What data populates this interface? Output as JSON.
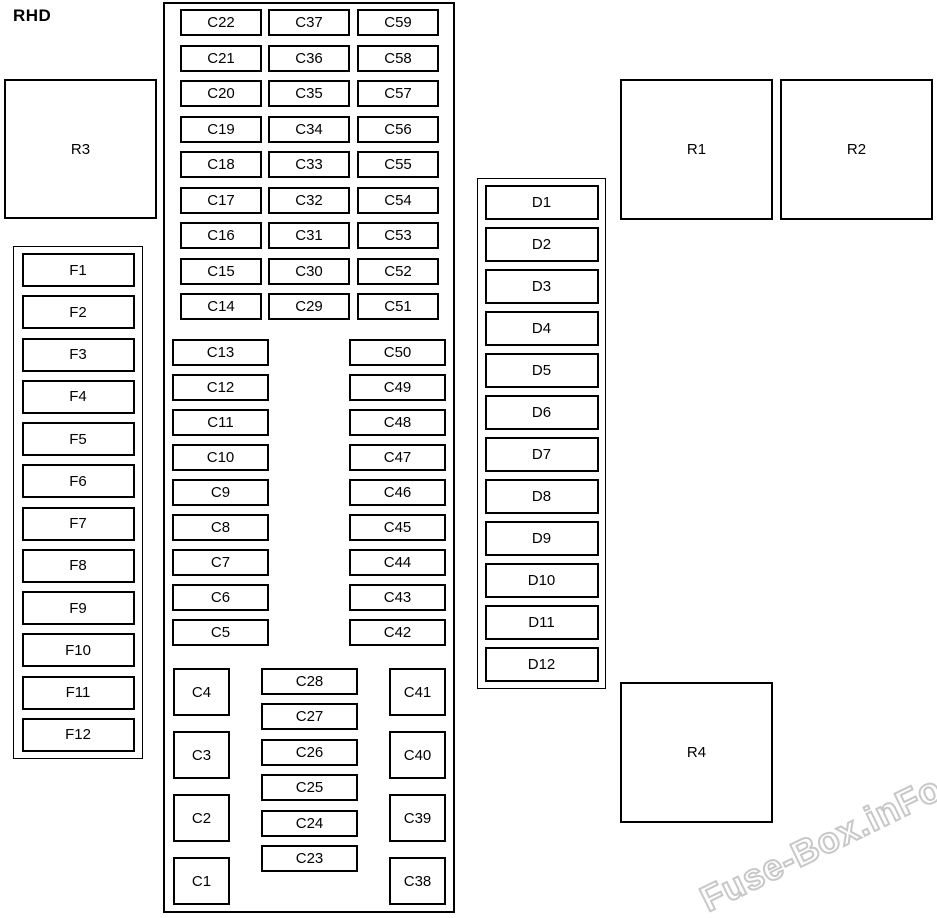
{
  "diagram": {
    "title": "RHD",
    "watermark": "Fuse-Box.inFo"
  },
  "relays": {
    "r1": "R1",
    "r2": "R2",
    "r3": "R3",
    "r4": "R4"
  },
  "fuses": {
    "f_column": [
      "F1",
      "F2",
      "F3",
      "F4",
      "F5",
      "F6",
      "F7",
      "F8",
      "F9",
      "F10",
      "F11",
      "F12"
    ],
    "top_grid_col1": [
      "C22",
      "C21",
      "C20",
      "C19",
      "C18",
      "C17",
      "C16",
      "C15",
      "C14"
    ],
    "top_grid_col2": [
      "C37",
      "C36",
      "C35",
      "C34",
      "C33",
      "C32",
      "C31",
      "C30",
      "C29"
    ],
    "top_grid_col3": [
      "C59",
      "C58",
      "C57",
      "C56",
      "C55",
      "C54",
      "C53",
      "C52",
      "C51"
    ],
    "mid_col_left": [
      "C13",
      "C12",
      "C11",
      "C10",
      "C9",
      "C8",
      "C7",
      "C6",
      "C5"
    ],
    "mid_col_right": [
      "C50",
      "C49",
      "C48",
      "C47",
      "C46",
      "C45",
      "C44",
      "C43",
      "C42"
    ],
    "bottom_col_left": [
      "C4",
      "C3",
      "C2",
      "C1"
    ],
    "bottom_col_mid": [
      "C28",
      "C27",
      "C26",
      "C25",
      "C24",
      "C23"
    ],
    "bottom_col_right": [
      "C41",
      "C40",
      "C39",
      "C38"
    ],
    "d_column": [
      "D1",
      "D2",
      "D3",
      "D4",
      "D5",
      "D6",
      "D7",
      "D8",
      "D9",
      "D10",
      "D11",
      "D12"
    ]
  }
}
